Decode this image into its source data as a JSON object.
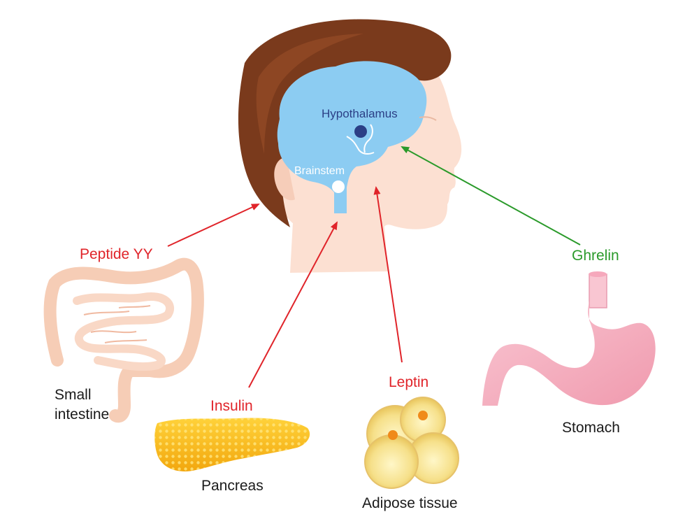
{
  "brain_labels": {
    "hypothalamus": "Hypothalamus",
    "brainstem": "Brainstem"
  },
  "hormones": {
    "peptide_yy": "Peptide YY",
    "insulin": "Insulin",
    "leptin": "Leptin",
    "ghrelin": "Ghrelin"
  },
  "organs": {
    "small_intestine_line1": "Small",
    "small_intestine_line2": "intestine",
    "pancreas": "Pancreas",
    "adipose_tissue": "Adipose tissue",
    "stomach": "Stomach"
  },
  "colors": {
    "red_arrow": "#e0242a",
    "green_arrow": "#2a9a2a",
    "skin": "#fce0d2",
    "hair": "#7a3a1c",
    "brain": "#8cccf2"
  }
}
